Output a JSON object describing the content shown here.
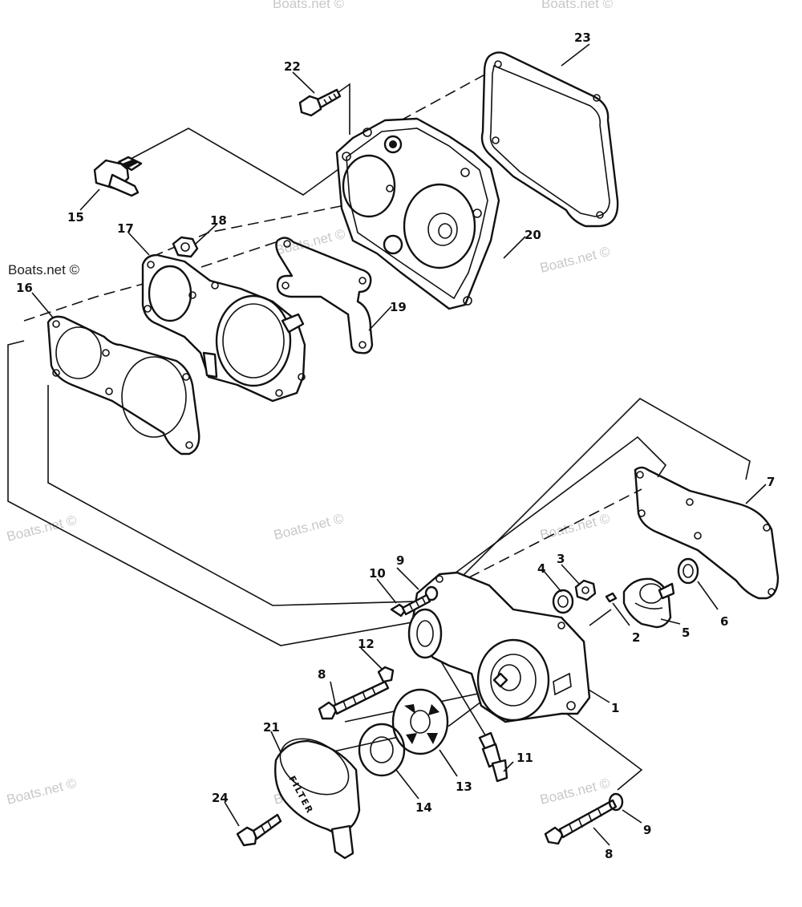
{
  "watermark": {
    "text": "Boats.net ©"
  },
  "callouts": {
    "p1": "1",
    "p2": "2",
    "p3": "3",
    "p4": "4",
    "p5": "5",
    "p6": "6",
    "p7": "7",
    "p8a": "8",
    "p8b": "8",
    "p9a": "9",
    "p9b": "9",
    "p10": "10",
    "p11": "11",
    "p12": "12",
    "p13": "13",
    "p14": "14",
    "p15": "15",
    "p16": "16",
    "p17": "17",
    "p18": "18",
    "p19": "19",
    "p20": "20",
    "p21": "21",
    "p22": "22",
    "p23": "23",
    "p24": "24"
  },
  "filter_cover_text": "FILTER"
}
